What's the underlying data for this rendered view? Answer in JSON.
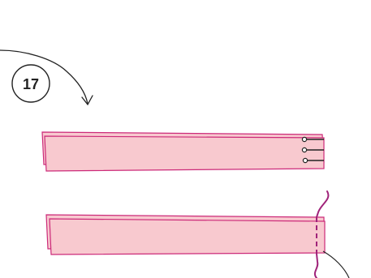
{
  "step": {
    "number": "17"
  },
  "colors": {
    "strip_fill": "#f8c9cf",
    "strip_outline": "#cc2a79",
    "thread": "#a0237a",
    "ink": "#222222",
    "pin_head": "#ffffff"
  },
  "icons": {
    "arrow": "curved-arrow-icon",
    "pins": "pin-icon",
    "seam": "stitch-line-icon",
    "scissors_line": "cut-line-icon"
  },
  "diagram": {
    "panels": [
      {
        "name": "pinned-folded-strip",
        "pin_count": 3
      },
      {
        "name": "stitched-folded-strip",
        "stitch": "dashed"
      }
    ]
  }
}
